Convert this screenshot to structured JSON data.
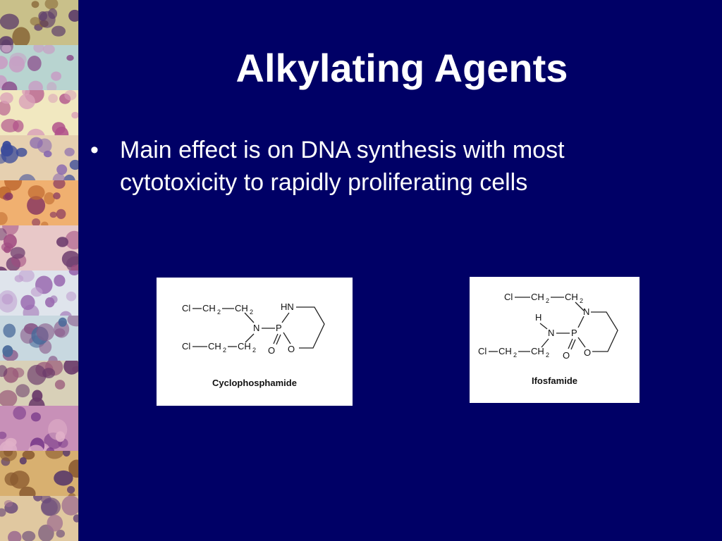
{
  "slide": {
    "title": "Alkylating Agents",
    "bullets": [
      "Main effect is on DNA synthesis with most cytotoxicity to rapidly proliferating cells"
    ],
    "bullet_symbol": "•"
  },
  "structures": {
    "cyclophosphamide": {
      "caption": "Cyclophosphamide"
    },
    "ifosfamide": {
      "caption": "Ifosfamide"
    }
  },
  "colors": {
    "background": "#000066",
    "text": "#ffffff"
  },
  "side_strip": {
    "description_icon": "cell-micrograph-strip"
  }
}
